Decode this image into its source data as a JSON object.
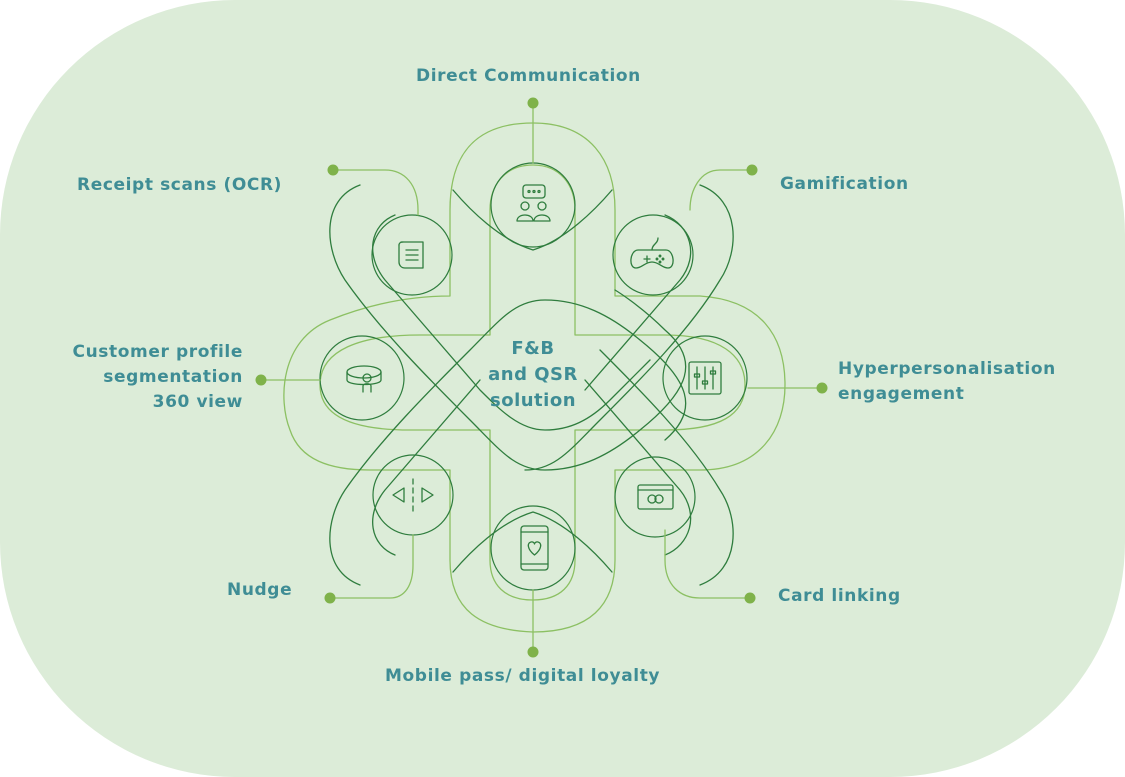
{
  "center": {
    "line1": "F&B",
    "line2": "and QSR",
    "line3": "solution"
  },
  "features": {
    "direct_communication": "Direct Communication",
    "gamification": "Gamification",
    "hyperpersonalisation_line1": "Hyperpersonalisation",
    "hyperpersonalisation_line2": "engagement",
    "card_linking": "Card linking",
    "mobile_pass": "Mobile pass/ digital loyalty",
    "nudge": "Nudge",
    "customer_profile_line1": "Customer profile",
    "customer_profile_line2": "segmentation",
    "customer_profile_line3": "360 view",
    "receipt_scans": "Receipt scans (OCR)"
  },
  "icons": {
    "direct_communication": "chat-people-icon",
    "gamification": "gamepad-icon",
    "hyperpersonalisation": "sliders-icon",
    "card_linking": "card-link-icon",
    "mobile_pass": "mobile-heart-icon",
    "nudge": "nudge-arrows-icon",
    "customer_profile": "profile-ring-icon",
    "receipt_scans": "receipt-icon"
  },
  "colors": {
    "background": "#dcecd8",
    "text": "#3f8d95",
    "dot": "#7fb24a",
    "stroke_dark": "#2f7d3e",
    "stroke_light": "#8cc063"
  }
}
